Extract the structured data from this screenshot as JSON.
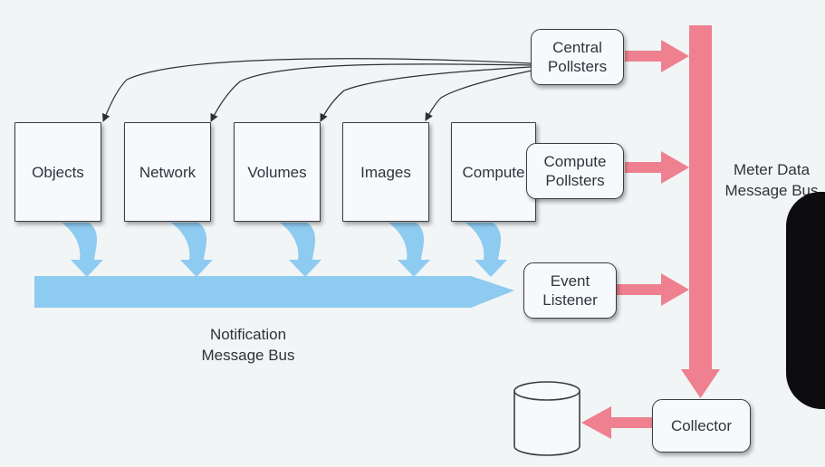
{
  "services": {
    "objects": "Objects",
    "network": "Network",
    "volumes": "Volumes",
    "images": "Images",
    "compute": "Compute"
  },
  "agents": {
    "central": "Central Pollsters",
    "compute": "Compute Pollsters",
    "event": "Event Listener"
  },
  "collector": "Collector",
  "buses": {
    "notification": "Notification Message Bus",
    "meter": "Meter Data Message Bus"
  },
  "colors": {
    "notification_bus": "#8ecbf1",
    "meter_bus": "#ee8090",
    "box_border": "#3a3d45"
  },
  "icons": {
    "storage": "database-cylinder-icon"
  }
}
